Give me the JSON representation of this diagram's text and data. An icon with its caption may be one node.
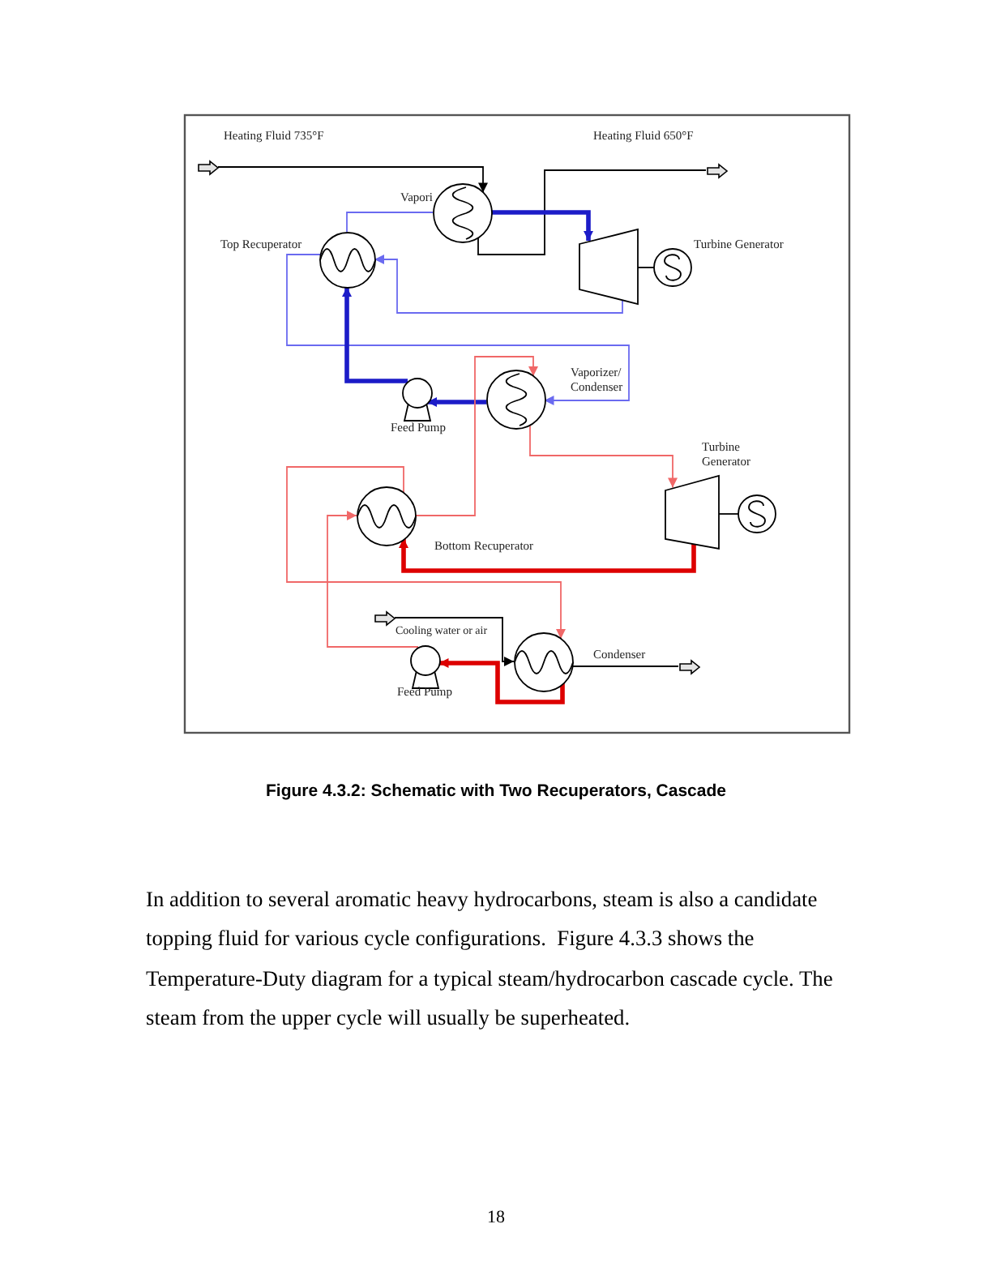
{
  "diagram": {
    "caption": "Figure 4.3.2: Schematic with Two Recuperators, Cascade",
    "nodes": [
      {
        "text": [
          "Vapori"
        ]
      },
      {
        "text": [
          "Top Recuperator"
        ]
      },
      {
        "text": [],
        "shape": "trapezoid"
      },
      {
        "text": [
          "Turbine Generator"
        ]
      },
      {
        "text": [
          "Feed Pump"
        ]
      },
      {
        "text": [
          "Vaporizer/ Condenser"
        ]
      },
      {
        "text": [],
        "shape": "trapezoid"
      },
      {
        "text": [
          "Turbine Generator"
        ]
      },
      {
        "text": [
          "Bottom Recuperator"
        ]
      },
      {
        "text": [
          "Condenser"
        ]
      },
      {
        "text": [
          "Feed Pump"
        ]
      },
      {
        "text": [
          "Heating Fluid 735°F"
        ]
      },
      {
        "text": [
          "Cooling water or air"
        ]
      },
      {
        "text": [
          "Heating Fluid 650°F"
        ]
      },
      {
        "text": [],
        "shape": "arrow"
      }
    ],
    "edges": [
      {
        "from": 11,
        "to": 0,
        "arrow": "to"
      },
      {
        "from": 0,
        "to": 13,
        "arrow": "none"
      },
      {
        "from": 0,
        "to": 2,
        "arrow": "to",
        "color": "#1c1cc8",
        "style": "thick"
      },
      {
        "from": 2,
        "to": 1,
        "arrow": "to",
        "color": "#6a6af0"
      },
      {
        "from": 1,
        "to": 0,
        "arrow": "none",
        "color": "#6a6af0"
      },
      {
        "from": 1,
        "to": 5,
        "arrow": "to",
        "color": "#6a6af0"
      },
      {
        "from": 5,
        "to": 4,
        "arrow": "to",
        "color": "#1c1cc8",
        "style": "thick"
      },
      {
        "from": 4,
        "to": 1,
        "arrow": "to",
        "color": "#1c1cc8",
        "style": "thick"
      },
      {
        "from": 5,
        "to": 6,
        "arrow": "to",
        "color": "#f06868"
      },
      {
        "from": 6,
        "to": 8,
        "arrow": "to",
        "color": "#dd0000",
        "style": "thick"
      },
      {
        "from": 8,
        "to": 5,
        "arrow": "to",
        "color": "#f06868"
      },
      {
        "from": 8,
        "to": 9,
        "arrow": "to",
        "color": "#f06868"
      },
      {
        "from": 9,
        "to": 10,
        "arrow": "to",
        "color": "#dd0000",
        "style": "thick"
      },
      {
        "from": 10,
        "to": 8,
        "arrow": "to",
        "color": "#f06868"
      },
      {
        "from": 12,
        "to": 9,
        "arrow": "to"
      },
      {
        "from": 9,
        "to": 14,
        "arrow": "none"
      },
      {
        "from": 2,
        "to": 3,
        "arrow": "none"
      },
      {
        "from": 6,
        "to": 7,
        "arrow": "none"
      }
    ],
    "labels": [
      "In addition to several aromatic heavy hydrocarbons, steam is also a candidate topping fluid for various cycle configurations.  Figure 4.3.3 shows the Temperature-Duty diagram for a typical steam/hydrocarbon cascade cycle. The steam from the upper cycle will usually be superheated.",
      "18"
    ]
  }
}
